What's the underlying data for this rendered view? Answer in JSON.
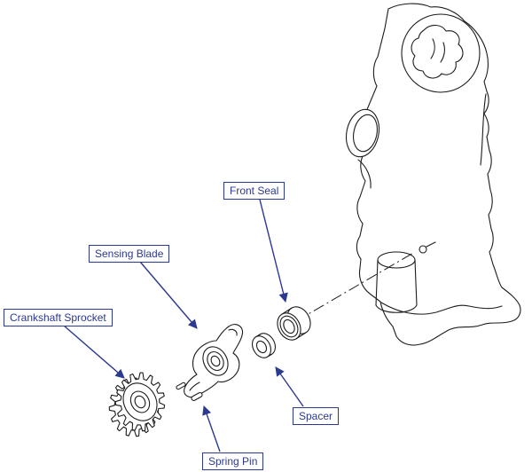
{
  "figure": {
    "type": "exploded-parts-diagram",
    "colors": {
      "label": "#2b3990",
      "line": "#1c1c1c"
    },
    "labels": {
      "front_seal": "Front Seal",
      "sensing_blade": "Sensing Blade",
      "crankshaft_sprocket": "Crankshaft Sprocket",
      "spacer": "Spacer",
      "spring_pin": "Spring Pin"
    }
  }
}
